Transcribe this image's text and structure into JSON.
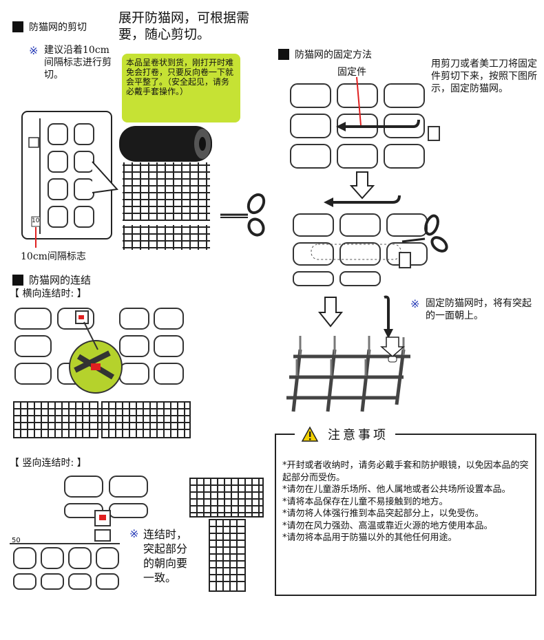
{
  "cut": {
    "header": "防猫网的剪切",
    "unfold_text": "展开防猫网，可根据需要，随心剪切。",
    "suggest_mark": "※",
    "suggest_text": "建议沿着10cm间隔标志进行剪切。",
    "interval_label": "10cm间隔标志",
    "marker_number": "10",
    "roll_notice": "本品呈卷状到货，刚打开时难免会打卷，只要反向卷一下就会平整了。（安全起见，请务必戴手套操作。）"
  },
  "fix": {
    "header": "防猫网的固定方法",
    "part_label": "固定件",
    "instruction": "用剪刀或者美工刀将固定件剪切下来，按照下图所示，固定防猫网。",
    "face_up_mark": "※",
    "face_up_note": "固定防猫网时，将有突起的一面朝上。"
  },
  "connect": {
    "header": "防猫网的连结",
    "horizontal_label": "【 横向连结时: 】",
    "vertical_label": "【 竖向连结时: 】",
    "direction_mark": "※",
    "direction_note": "连结时，突起部分的朝向要一致。",
    "marker_number": "50"
  },
  "warning": {
    "title": "注意事项",
    "icon": "warning-triangle-icon",
    "items": [
      "*开封或者收纳时，请务必戴手套和防护眼镜，以免因本品的突起部分而受伤。",
      "*请勿在儿童游乐场所、他人属地或者公共场所设置本品。",
      "*请将本品保存在儿童不易接触到的地方。",
      "*请勿将人体强行推到本品突起部分上，以免受伤。",
      "*请勿在风力强劲、高温或靠近火源的地方使用本品。",
      "*请勿将本品用于防猫以外的其他任何用途。"
    ]
  },
  "colors": {
    "note_blue": "#2a3eb8",
    "notice_green": "#c6e234",
    "marker_red": "#e02020",
    "zoom_green": "#b5d22c"
  }
}
